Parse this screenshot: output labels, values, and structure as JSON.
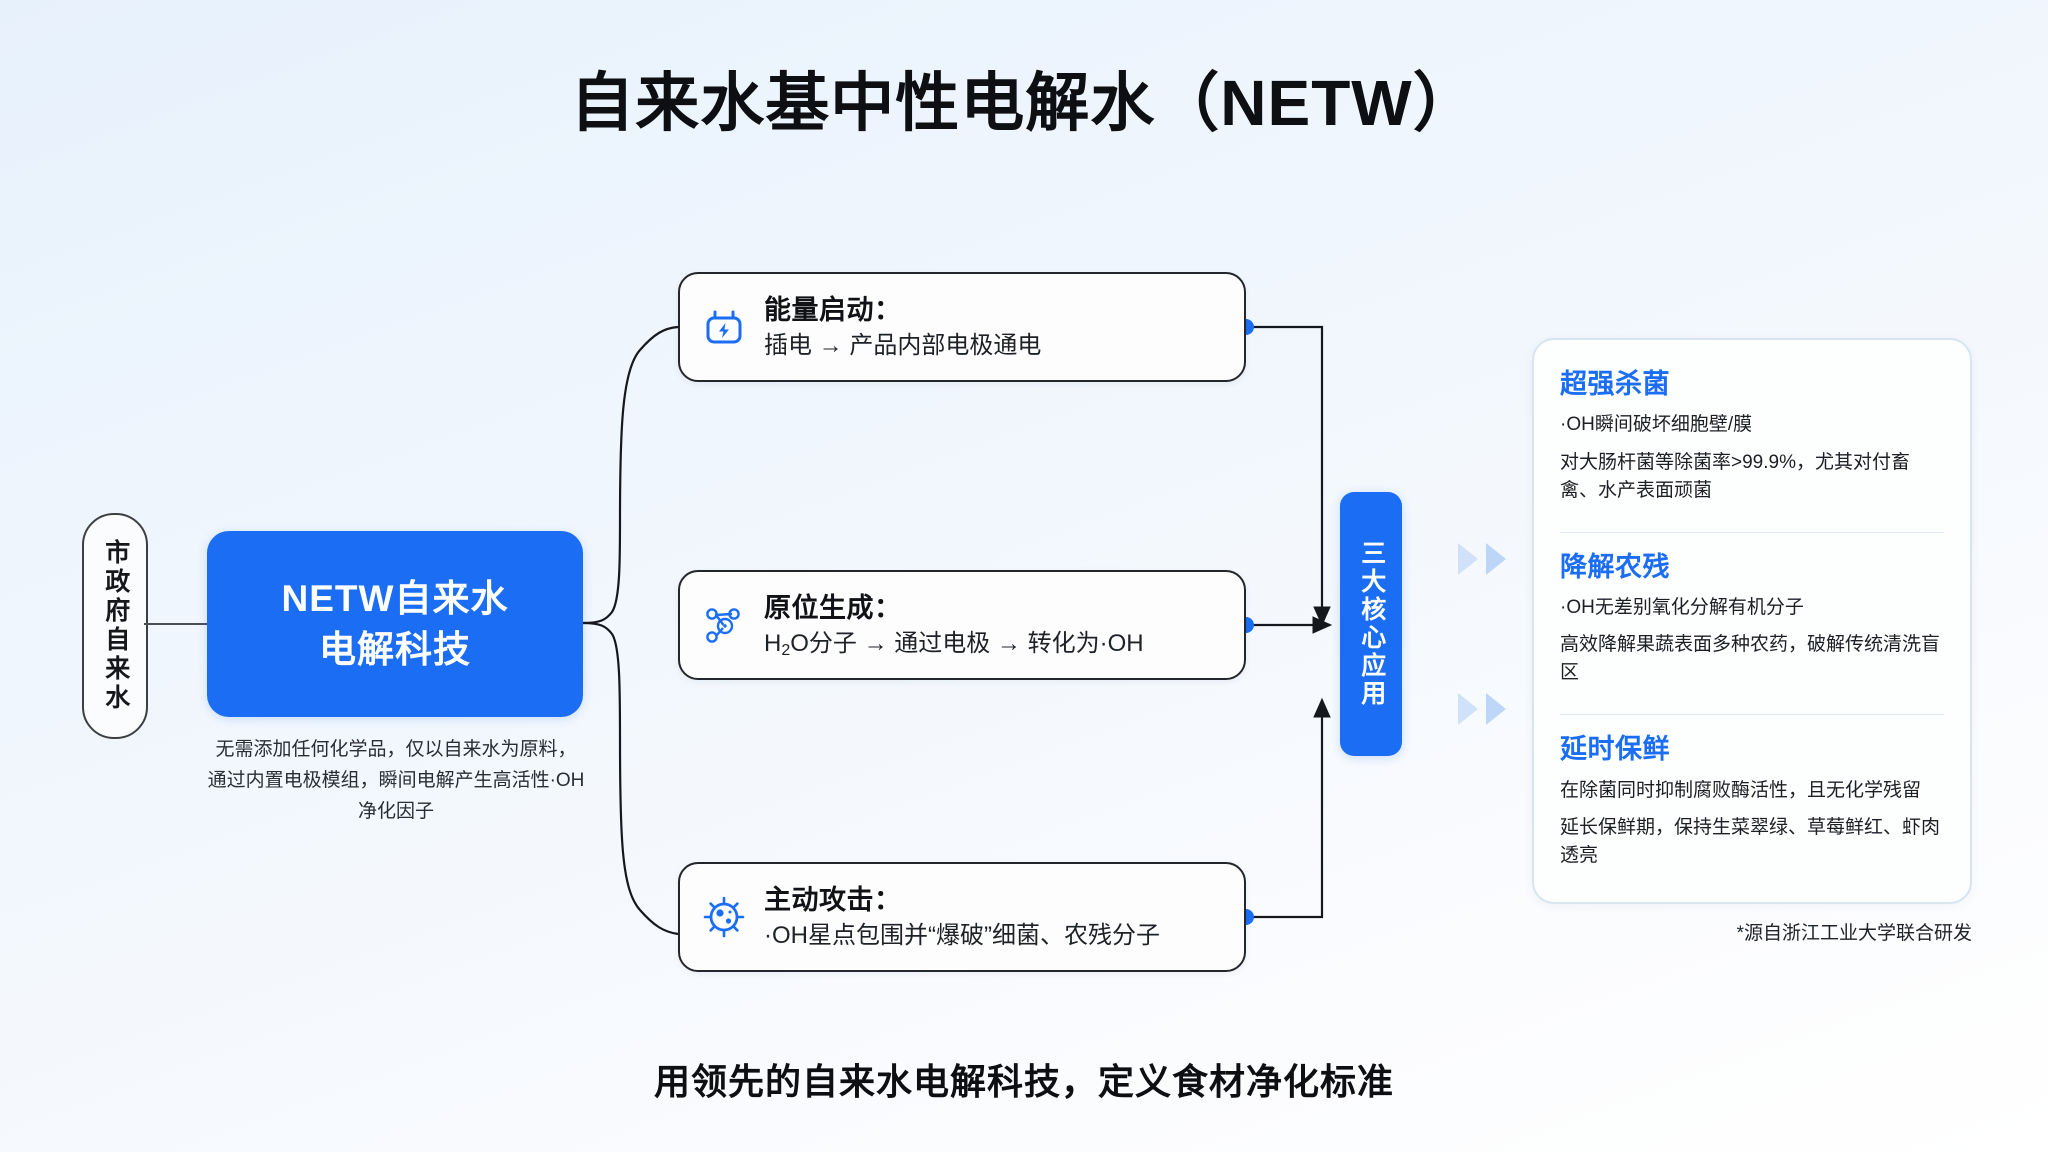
{
  "title": "自来水基中性电解水（NETW）",
  "colors": {
    "accent_blue": "#1b6ef3",
    "outline_dark": "#23262b",
    "panel_border": "#d9e4f1",
    "text_dark": "#101216"
  },
  "source": {
    "label": "市政府自来水",
    "icon": "vertical-chip"
  },
  "core": {
    "title_line_1": "NETW自来水",
    "title_line_2": "电解科技",
    "note": "无需添加任何化学品，仅以自来水为原料，通过内置电极模组，瞬间电解产生高活性·OH净化因子"
  },
  "steps": [
    {
      "icon": "battery-bolt-icon",
      "heading": "能量启动：",
      "detail": "插电 → 产品内部电极通电"
    },
    {
      "icon": "molecule-icon",
      "heading": "原位生成：",
      "detail_prefix": "H",
      "detail_sub": "2",
      "detail_suffix": "O分子 → 通过电极 → 转化为·OH"
    },
    {
      "icon": "germ-icon",
      "heading": "主动攻击：",
      "detail": "·OH星点包围并“爆破”细菌、农残分子"
    }
  ],
  "apps_pill": {
    "label": "三大核心应用"
  },
  "applications": [
    {
      "heading": "超强杀菌",
      "lines": [
        "·OH瞬间破坏细胞壁/膜",
        "对大肠杆菌等除菌率>99.9%，尤其对付畜禽、水产表面顽菌"
      ]
    },
    {
      "heading": "降解农残",
      "lines": [
        "·OH无差别氧化分解有机分子",
        "高效降解果蔬表面多种农药，破解传统清洗盲区"
      ]
    },
    {
      "heading": "延时保鲜",
      "lines": [
        "在除菌同时抑制腐败酶活性，且无化学残留",
        "延长保鲜期，保持生菜翠绿、草莓鲜红、虾肉透亮"
      ]
    }
  ],
  "panel_note": "*源自浙江工业大学联合研发",
  "tagline": "用领先的自来水电解科技，定义食材净化标准"
}
